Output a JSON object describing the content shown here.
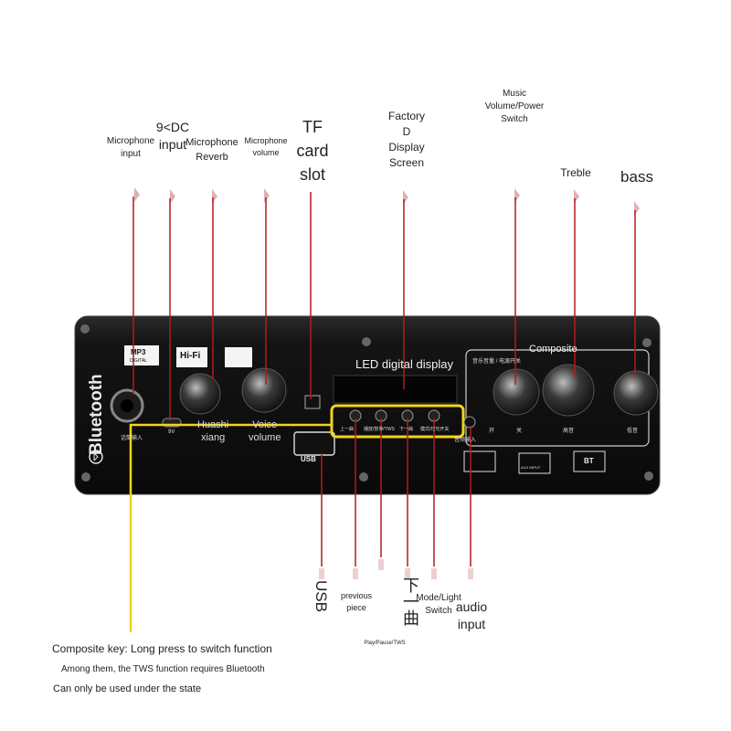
{
  "labels": {
    "microphone_input": [
      "Microphone",
      "input"
    ],
    "dc_input": [
      "9<DC",
      "input"
    ],
    "microphone_reverb": [
      "Microphone",
      "Reverb"
    ],
    "microphone_volume": [
      "Microphone",
      "volume"
    ],
    "tf_card_slot": [
      "TF",
      "card",
      "slot"
    ],
    "factory_display": [
      "Factory",
      "D",
      "Display",
      "Screen"
    ],
    "music_volume": [
      "Music",
      "Volume/Power",
      "Switch"
    ],
    "treble": "Treble",
    "bass": "bass",
    "usb": "USB",
    "previous_piece": [
      "previous",
      "piece"
    ],
    "play_pause_tws": "Play/Pause/TWS",
    "next_track": "下一曲",
    "mode_light": [
      "Mode/Light",
      "Switch"
    ],
    "audio_input": [
      "audio",
      "input"
    ],
    "composite_key_lines": [
      "Composite key: Long press to switch function",
      "Among them, the TWS function requires Bluetooth",
      "Can only be used under the state"
    ]
  },
  "panel": {
    "brand": "Bluetooth",
    "led_display": "LED digital display",
    "composite": "Composite",
    "huashi": [
      "Huashi",
      "xiang"
    ],
    "voice": [
      "Voice",
      "volume"
    ],
    "mp3": "MP3",
    "digital": "DIGITAL",
    "hifi": "Hi-Fi",
    "usb_logo": "USB",
    "bt_badge": "BT",
    "aux_badge": "AUX INPUT",
    "mic_jack_cn": "话筒输入",
    "dc_cn": "9V",
    "audio_in_cn": "音频输入",
    "music_vol_cn": "音乐音量 / 电源开关",
    "open": "开",
    "close": "关",
    "treble_cn": "高音",
    "bass_cn": "低音",
    "buttons_cn": [
      "上一曲",
      "播放/暂停/TWS",
      "下一曲",
      "模式/灯光开关"
    ]
  },
  "colors": {
    "leader_red": "#b31b1b",
    "leader_yellow": "#f2d31b",
    "panel_body": "#141414",
    "led_green": "#3ad36b"
  }
}
